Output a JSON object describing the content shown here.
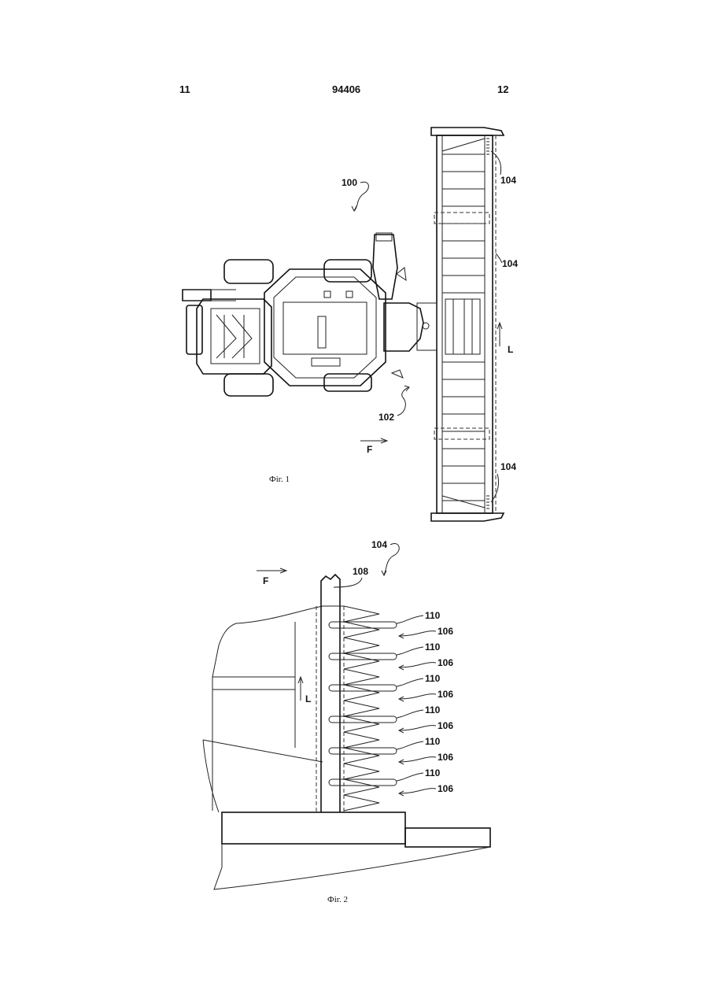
{
  "header": {
    "page_left": "11",
    "patent_number": "94406",
    "page_right": "12"
  },
  "figure1": {
    "caption": "Фіг. 1",
    "refs": {
      "vehicle": "100",
      "header_assembly": "102",
      "cutter_top": "104",
      "cutter_middle": "104",
      "cutter_bottom": "104",
      "lateral_dir": "L",
      "forward_dir": "F"
    }
  },
  "figure2": {
    "caption": "Фіг. 2",
    "refs": {
      "assembly": "104",
      "bar": "108",
      "forward_dir": "F",
      "lateral_dir": "L",
      "teeth": [
        "110",
        "106",
        "110",
        "106",
        "110",
        "106",
        "110",
        "106",
        "110",
        "106",
        "110",
        "106"
      ]
    }
  }
}
